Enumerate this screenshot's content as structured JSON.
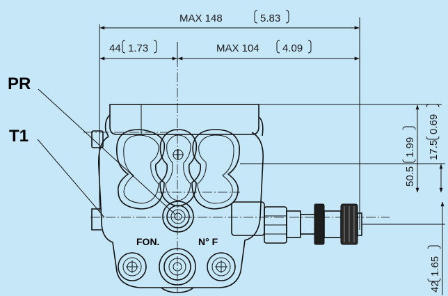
{
  "colors": {
    "background": "#c6e7f8",
    "line": "#111111",
    "fitting_shade": "#8a8a8a"
  },
  "labels": {
    "pr": "PR",
    "t1": "T1",
    "fon": "FON.",
    "nf": "N° F"
  },
  "dimensions": {
    "overall_width": {
      "prefix": "MAX 148",
      "inch": "5.83"
    },
    "left_offset": {
      "value": "44",
      "inch": "1.73"
    },
    "right_offset": {
      "prefix": "MAX 104",
      "inch": "4.09"
    },
    "height_upper": {
      "value": "50.5",
      "inch": "1.99"
    },
    "height_mid": {
      "value": "17.5",
      "inch": "0.69"
    },
    "height_lower": {
      "value": "42",
      "inch": "1.65"
    }
  }
}
